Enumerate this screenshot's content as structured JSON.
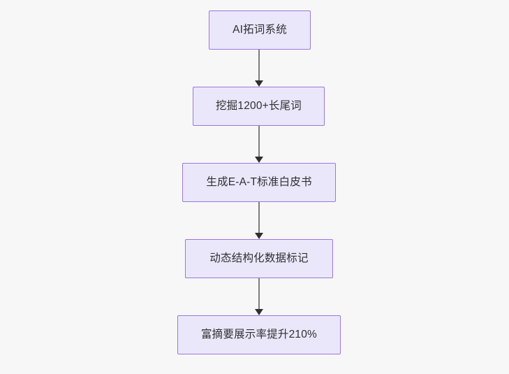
{
  "diagram": {
    "type": "flowchart",
    "direction": "top-to-bottom",
    "background_color": "#f7f7f8",
    "node_fill_color": "#eae7fb",
    "node_border_color": "#9b78d6",
    "node_text_color": "#303030",
    "edge_line_color": "#7d7d7d",
    "edge_arrow_color": "#2f2f2f",
    "nodes": [
      {
        "id": "n1",
        "label": "AI拓词系统"
      },
      {
        "id": "n2",
        "label": "挖掘1200+长尾词"
      },
      {
        "id": "n3",
        "label": "生成E-A-T标准白皮书"
      },
      {
        "id": "n4",
        "label": "动态结构化数据标记"
      },
      {
        "id": "n5",
        "label": "富摘要展示率提升210%"
      }
    ],
    "edges": [
      {
        "from": "n1",
        "to": "n2",
        "arrow": "arrow-down-icon"
      },
      {
        "from": "n2",
        "to": "n3",
        "arrow": "arrow-down-icon"
      },
      {
        "from": "n3",
        "to": "n4",
        "arrow": "arrow-down-icon"
      },
      {
        "from": "n4",
        "to": "n5",
        "arrow": "arrow-down-icon"
      }
    ]
  }
}
